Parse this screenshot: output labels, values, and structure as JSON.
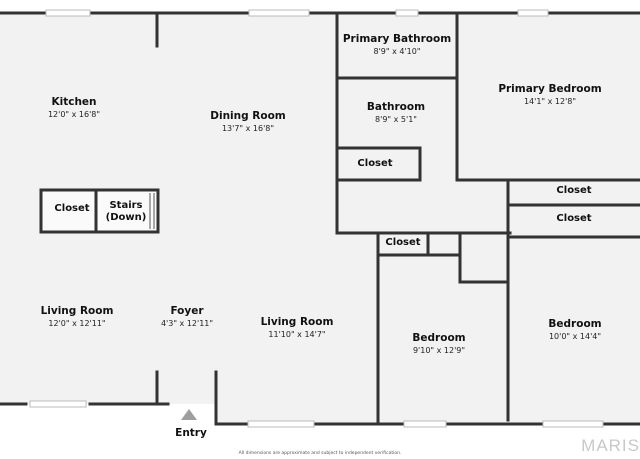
{
  "rooms": {
    "kitchen": {
      "name": "Kitchen",
      "dim": "12'0\" x 16'8\""
    },
    "dining_room": {
      "name": "Dining Room",
      "dim": "13'7\" x 16'8\""
    },
    "primary_bathroom": {
      "name": "Primary Bathroom",
      "dim": "8'9\" x 4'10\""
    },
    "primary_bedroom": {
      "name": "Primary Bedroom",
      "dim": "14'1\" x 12'8\""
    },
    "bathroom": {
      "name": "Bathroom",
      "dim": "8'9\" x 5'1\""
    },
    "living_room_west": {
      "name": "Living Room",
      "dim": "12'0\" x 12'11\""
    },
    "foyer": {
      "name": "Foyer",
      "dim": "4'3\" x 12'11\""
    },
    "living_room_main": {
      "name": "Living Room",
      "dim": "11'10\" x 14'7\""
    },
    "bedroom_center": {
      "name": "Bedroom",
      "dim": "9'10\" x 12'9\""
    },
    "bedroom_east": {
      "name": "Bedroom",
      "dim": "10'0\" x 14'4\""
    }
  },
  "closets": {
    "west": "Closet",
    "hall_upper": "Closet",
    "hall_lower": "Closet",
    "east_upper": "Closet",
    "east_lower": "Closet"
  },
  "stairs": {
    "line1": "Stairs",
    "line2": "(Down)"
  },
  "entry": "Entry",
  "footnote": "All dimensions are approximate and subject to independent verification.",
  "watermark": "MARIS",
  "colors": {
    "floor": "#f2f2f2",
    "wall": "#333333",
    "window": "#cfcfcf",
    "entry_marker": "#9e9e9e"
  }
}
